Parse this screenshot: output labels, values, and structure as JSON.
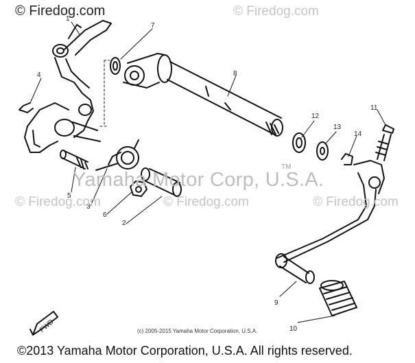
{
  "watermarks": {
    "top_left": "© Firedog.com",
    "top_right": "© Firedog.com",
    "mid_left": "© Firedog.com",
    "mid_center": "© Firedog.com",
    "mid_right": "© Firedog.com"
  },
  "brand_watermark": "Yamaha Motor Corp, U.S.A.",
  "trademark": "TM",
  "small_copyright": "(c) 2005-2015 Yamaha Motor Corporation, U.S.A.",
  "footer_copyright": "©2013 Yamaha Motor Corporation, U.S.A. All rights reserved.",
  "arrow_label": "FWD",
  "callouts": {
    "c1": "1",
    "c2": "2",
    "c3": "3",
    "c4": "4",
    "c5": "5",
    "c6": "6",
    "c7": "7",
    "c8": "8",
    "c9": "9",
    "c10": "10",
    "c11": "11",
    "c12": "12",
    "c13": "13",
    "c14": "14"
  }
}
